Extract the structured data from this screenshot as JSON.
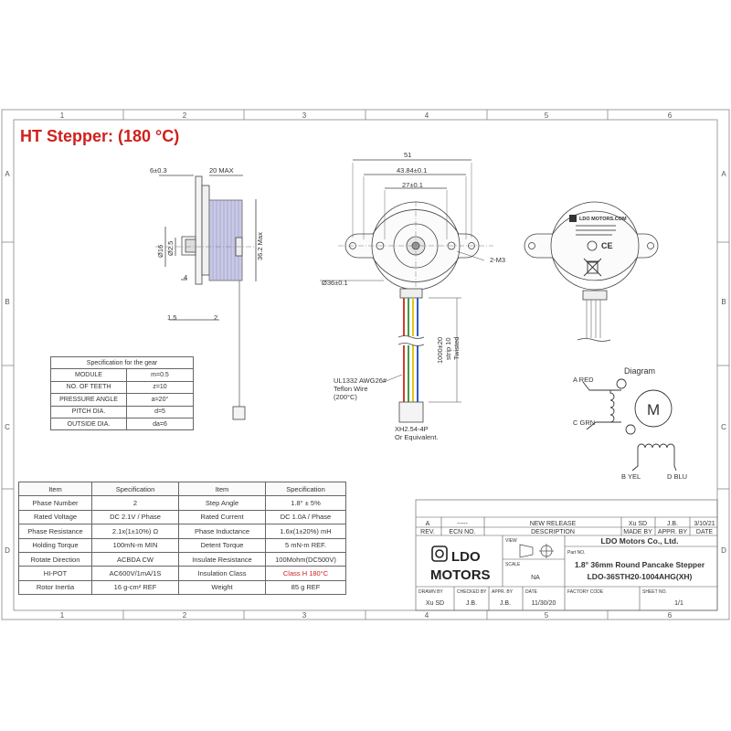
{
  "title": "HT Stepper: (180 °C)",
  "frame": {
    "columns": [
      "1",
      "2",
      "3",
      "4",
      "5",
      "6"
    ],
    "rows": [
      "A",
      "B",
      "C",
      "D"
    ]
  },
  "side_view": {
    "dims": [
      "6±0.3",
      "20 MAX",
      "Ø16",
      "Ø2.5",
      "36.2 Max",
      "4",
      "1.5",
      "2"
    ]
  },
  "front_view": {
    "dims": [
      "51",
      "43.84±0.1",
      "27±0.1",
      "2-M3",
      "Ø36±0.1",
      "1000±20",
      "strip 10",
      "Twisted"
    ],
    "wire_note": [
      "UL1332 AWG26#",
      "Teflon Wire",
      "(200°C)"
    ],
    "connector_note": [
      "XH2.54-4P",
      "Or Equivalent."
    ]
  },
  "back_view": {
    "brand_text": "LDO MOTORS.COM",
    "ce_mark": "CE"
  },
  "diagram": {
    "title": "Diagram",
    "motor_label": "M",
    "wires": [
      "A RED",
      "C GRN",
      "B YEL",
      "D BLU"
    ]
  },
  "colors": {
    "title_red": "#d0201c",
    "wire_red": "#d73a2b",
    "wire_green": "#3aa04a",
    "wire_yellow": "#e8c21a",
    "wire_blue": "#2f5bd0",
    "stator_fill": "#c9c9e6"
  },
  "gear_table": {
    "caption": "Specification for the gear",
    "rows": [
      [
        "MODULE",
        "m=0.5"
      ],
      [
        "NO.  OF TEETH",
        "z=10"
      ],
      [
        "PRESSURE ANGLE",
        "a=20°"
      ],
      [
        "PITCH DIA.",
        "d=5"
      ],
      [
        "OUTSIDE DIA.",
        "da=6"
      ]
    ]
  },
  "spec_table": {
    "headers": [
      "Item",
      "Specification",
      "Item",
      "Specification"
    ],
    "rows": [
      [
        "Phase Number",
        "2",
        "Step Angle",
        "1.8° ± 5%"
      ],
      [
        "Rated Voltage",
        "DC 2.1V / Phase",
        "Rated Current",
        "DC 1.0A / Phase"
      ],
      [
        "Phase Resistance",
        "2.1x(1±10%) Ω",
        "Phase Inductance",
        "1.6x(1±20%) mH"
      ],
      [
        "Holding Torque",
        "100mN-m MIN",
        "Detent Torque",
        "5 mN-m REF."
      ],
      [
        "Rotate Direction",
        "ACBDA CW",
        "Insulate Resistance",
        "100Mohm(DC500V)"
      ],
      [
        "HI-POT",
        "AC600V/1mA/1S",
        "Insulation Class",
        "Class H 180°C"
      ],
      [
        "Rotor Inertia",
        "16 g-cm² REF",
        "Weight",
        "85 g REF"
      ]
    ]
  },
  "title_block": {
    "revision": {
      "rev": "A",
      "ecn": "-----",
      "description": "NEW RELEASE",
      "made_by": "Xu SD",
      "appr_by": "J.B.",
      "date": "3/10/21"
    },
    "rev_headers": [
      "REV.",
      "ECN NO.",
      "DESCRIPTION",
      "MADE BY",
      "APPR. BY",
      "DATE"
    ],
    "logo_line1": "LDO",
    "logo_line2": "MOTORS",
    "view_label": "VIEW",
    "scale_label": "SCALE",
    "scale_value": "NA",
    "company": "LDO Motors Co., Ltd.",
    "part_no_label": "Part NO.",
    "part_name": "1.8° 36mm Round Pancake Stepper",
    "part_number": "LDO-36STH20-1004AHG(XH)",
    "footer_headers": [
      "DRAWN BY",
      "CHECKED BY",
      "APPR. BY",
      "DATE",
      "FACTORY CODE",
      "SHEET NO."
    ],
    "footer_values": [
      "Xu SD",
      "J.B.",
      "J.B.",
      "11/30/20",
      "",
      "1/1"
    ]
  }
}
